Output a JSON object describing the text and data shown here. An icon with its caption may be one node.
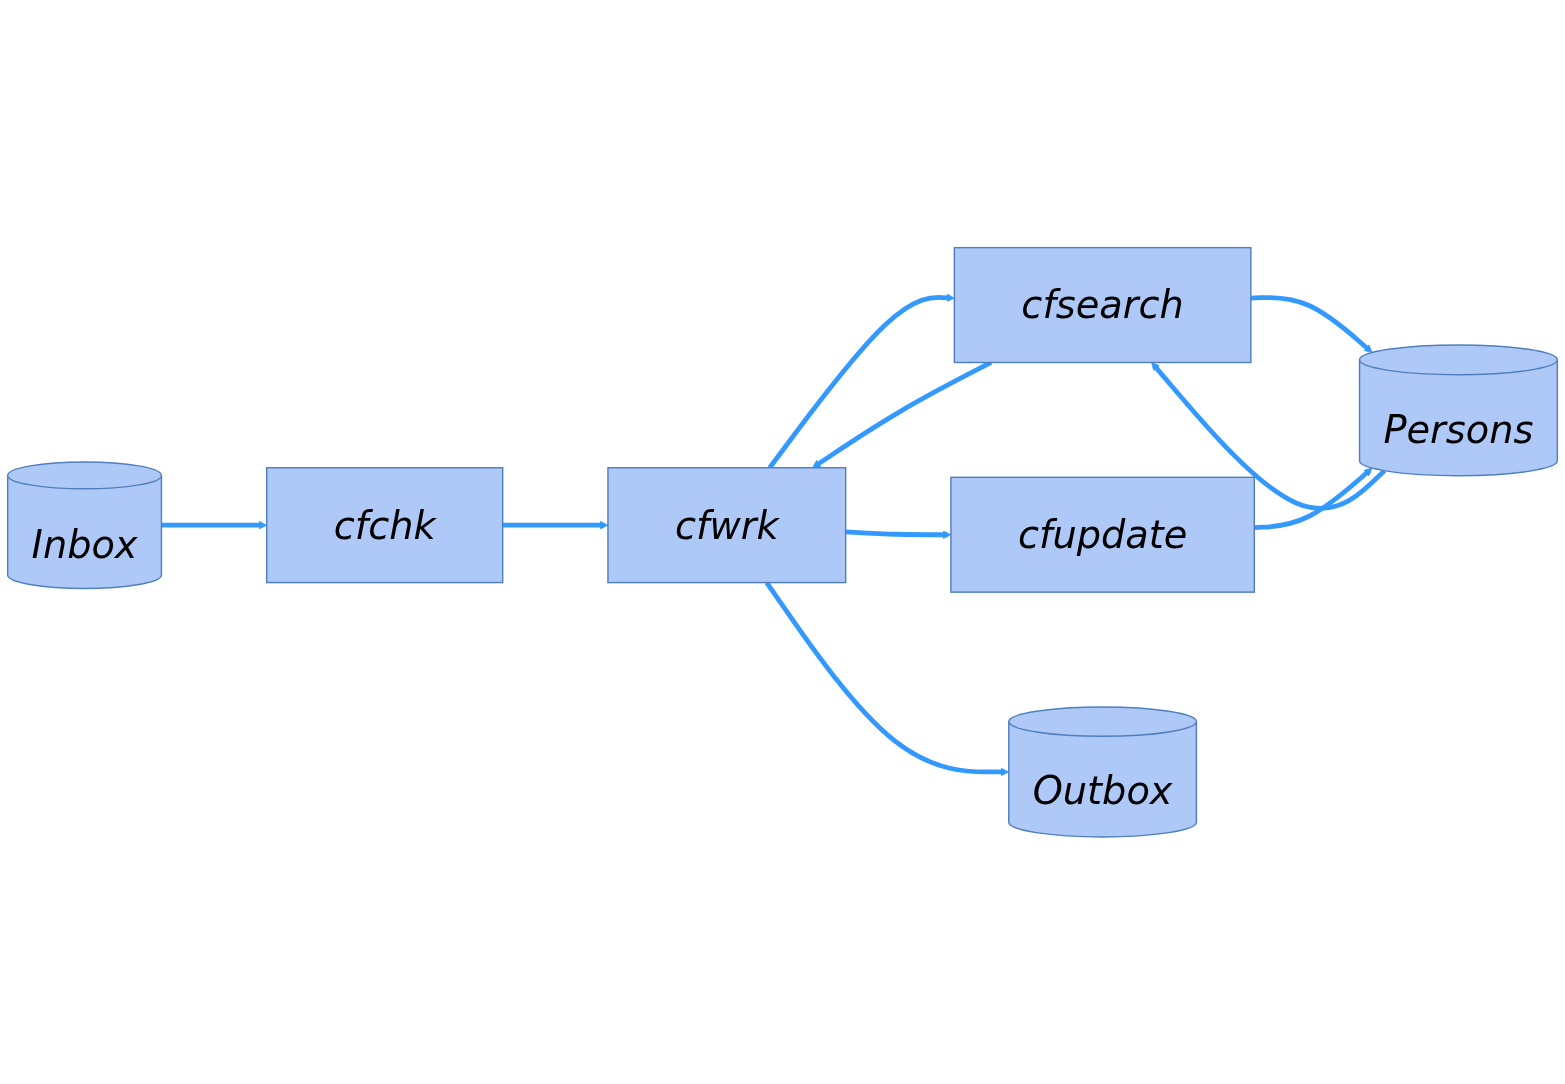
{
  "diagram": {
    "nodes": [
      {
        "text": [
          "Inbox"
        ]
      },
      {
        "text": [
          "cfsearch"
        ]
      },
      {
        "text": [
          "Persons"
        ]
      },
      {
        "text": [
          "cfchk"
        ]
      },
      {
        "text": [
          "cfwrk"
        ]
      },
      {
        "text": [
          "cfupdate"
        ]
      },
      {
        "text": [
          "Outbox"
        ]
      }
    ],
    "edges": [
      {
        "from": 0,
        "to": 3,
        "arrow": "to"
      },
      {
        "from": 2,
        "to": 1,
        "arrow": "to"
      },
      {
        "from": 1,
        "to": 2,
        "arrow": "to"
      },
      {
        "from": 4,
        "to": 1,
        "arrow": "to"
      },
      {
        "from": 1,
        "to": 4,
        "arrow": "to"
      },
      {
        "from": 5,
        "to": 2,
        "arrow": "to"
      },
      {
        "from": 3,
        "to": 4,
        "arrow": "to"
      },
      {
        "from": 4,
        "to": 5,
        "arrow": "to"
      },
      {
        "from": 4,
        "to": 6,
        "arrow": "to"
      }
    ]
  }
}
